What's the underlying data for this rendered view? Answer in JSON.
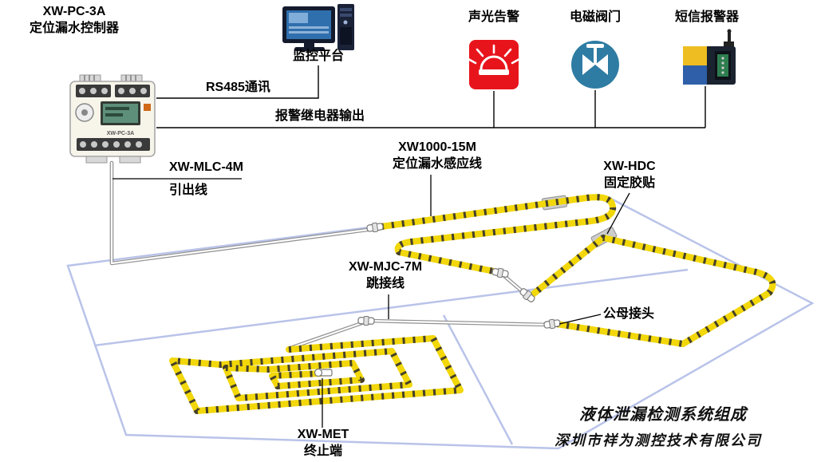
{
  "colors": {
    "cable_yellow": "#f2d70a",
    "cable_hatch": "#45402a",
    "floor_blue": "#b9c3e9",
    "alarm_red": "#e8141c",
    "valve_teal": "#2e7ca3",
    "wire_gray": "#8f8f8f"
  },
  "labels": {
    "controller": {
      "model": "XW-PC-3A",
      "desc": "定位漏水控制器"
    },
    "monitor_platform": "监控平台",
    "rs485": "RS485通讯",
    "relay_output": "报警继电器输出",
    "sound_light_alarm": "声光告警",
    "solenoid_valve": "电磁阀门",
    "sms_alarm": "短信报警器",
    "lead_wire": {
      "model": "XW-MLC-4M",
      "desc": "引出线"
    },
    "sensing_cable": {
      "model": "XW1000-15M",
      "desc": "定位漏水感应线"
    },
    "fixing_pad": {
      "model": "XW-HDC",
      "desc": "固定胶贴"
    },
    "jumper_cable": {
      "model": "XW-MJC-7M",
      "desc": "跳接线"
    },
    "connector": "公母接头",
    "terminator": {
      "model": "XW-MET",
      "desc": "终止端"
    }
  },
  "device": {
    "model": "XW-PC-3A"
  },
  "footer": {
    "title": "液体泄漏检测系统组成",
    "company": "深圳市祥为测控技术有限公司"
  }
}
